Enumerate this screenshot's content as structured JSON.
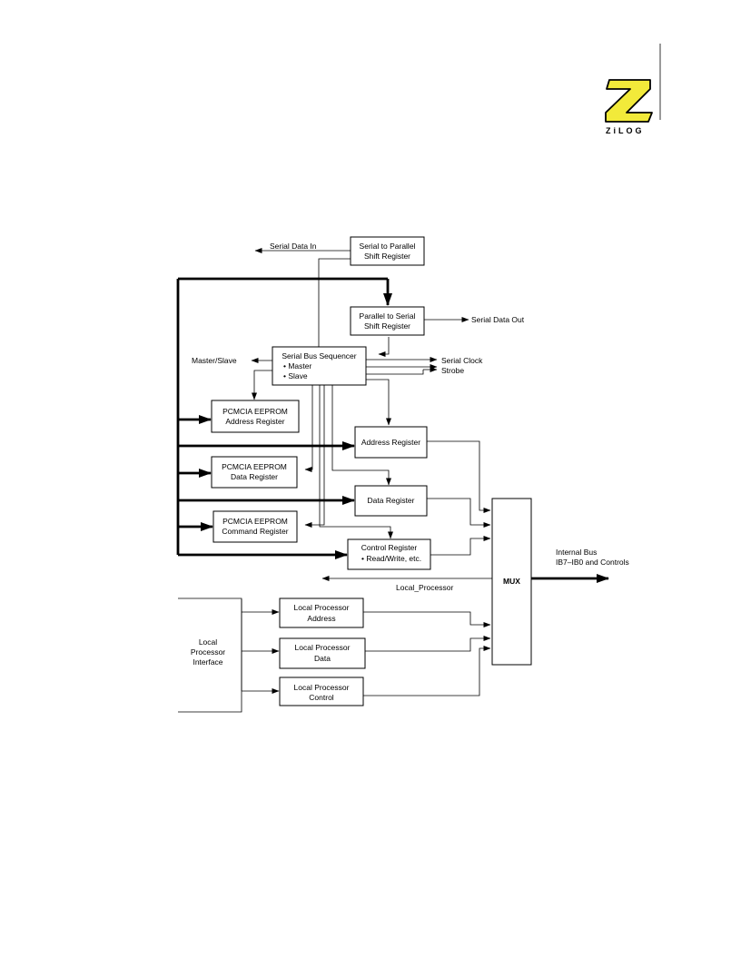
{
  "logo": {
    "letter": "Z",
    "wordmark": "ZiLOG",
    "colors": {
      "fill": "#f2ea3a",
      "outline": "#000000"
    }
  },
  "blocks": {
    "s2p": [
      "Serial to Parallel",
      "Shift Register"
    ],
    "p2s": [
      "Parallel to Serial",
      "Shift Register"
    ],
    "seq": [
      "Serial Bus Sequencer",
      "• Master",
      "• Slave"
    ],
    "eeprom_addr": [
      "PCMCIA EEPROM",
      "Address Register"
    ],
    "eeprom_data": [
      "PCMCIA EEPROM",
      "Data Register"
    ],
    "eeprom_cmd": [
      "PCMCIA EEPROM",
      "Command Register"
    ],
    "addr_reg": [
      "Address Register"
    ],
    "data_reg": [
      "Data Register"
    ],
    "ctrl_reg": [
      "Control Register",
      "• Read/Write, etc."
    ],
    "mux": [
      "MUX"
    ],
    "lp_interface": [
      "Local",
      "Processor",
      "Interface"
    ],
    "lp_addr": [
      "Local Processor",
      "Address"
    ],
    "lp_data": [
      "Local Processor",
      "Data"
    ],
    "lp_ctrl": [
      "Local Processor",
      "Control"
    ]
  },
  "signals": {
    "serial_data_in": "Serial Data In",
    "serial_data_out": "Serial Data Out",
    "master_slave": "Master/Slave",
    "serial_clock": "Serial Clock",
    "strobe": "Strobe",
    "local_processor": "Local_Processor",
    "internal_bus": [
      "Internal Bus",
      "IB7–IB0 and Controls"
    ]
  }
}
